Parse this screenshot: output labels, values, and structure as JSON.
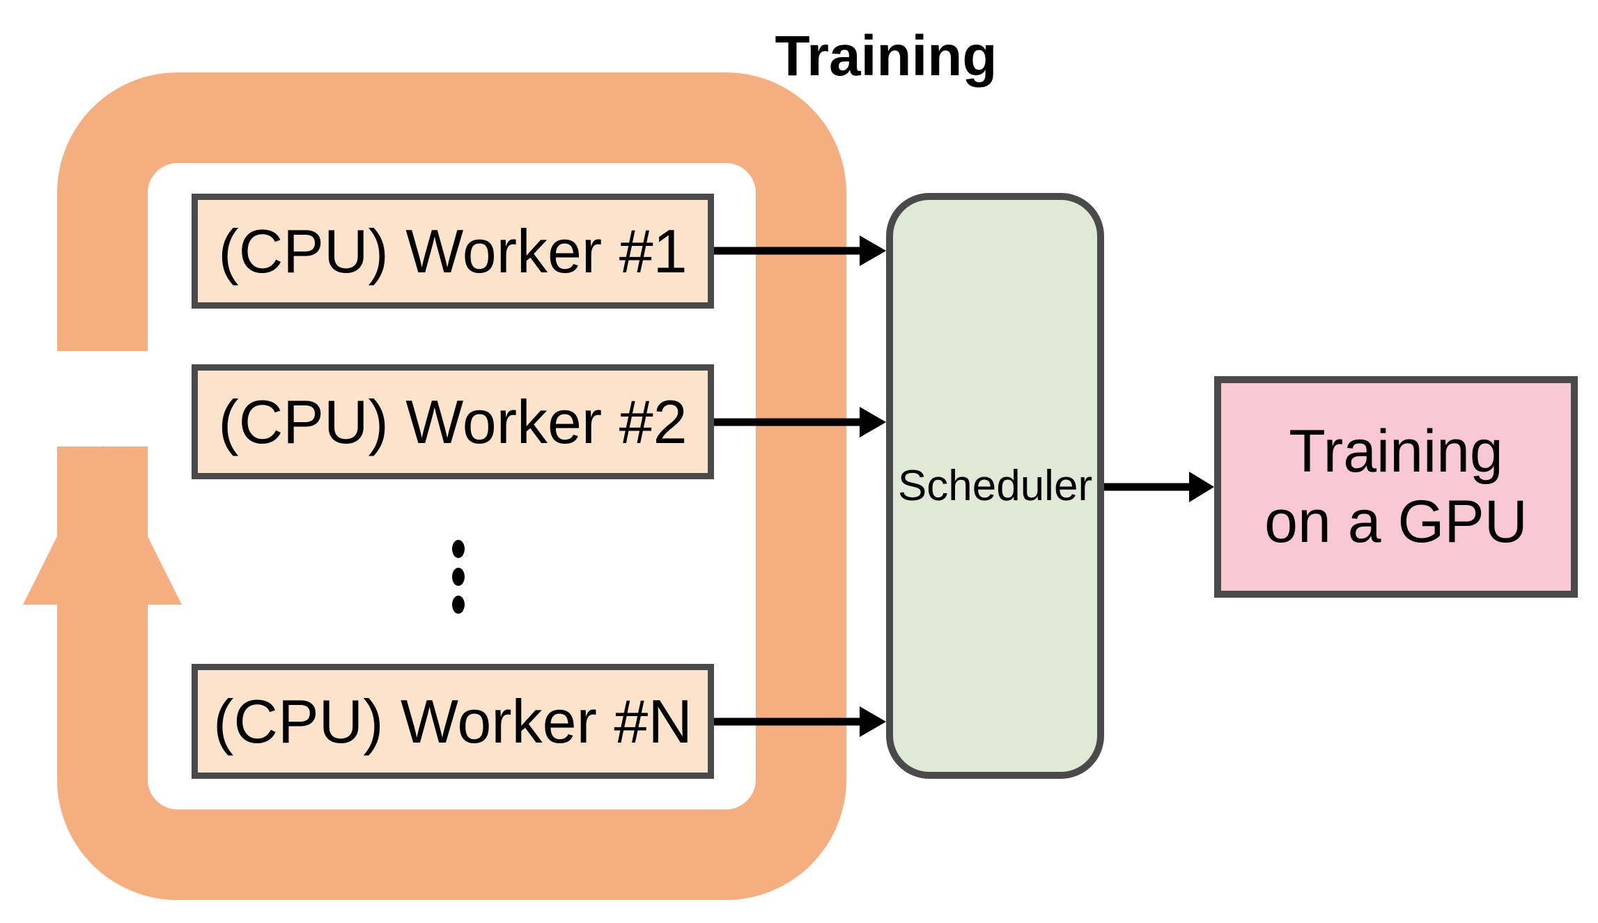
{
  "title": "Training",
  "workers": {
    "items": [
      {
        "label": "(CPU) Worker #1"
      },
      {
        "label": "(CPU) Worker #2"
      },
      {
        "label": "(CPU) Worker #N"
      }
    ],
    "ellipsis": "vertical-dots-between-worker2-and-workerN"
  },
  "scheduler": {
    "label": "Scheduler"
  },
  "gpu": {
    "line1": "Training",
    "line2": "on a GPU"
  },
  "arrows": {
    "worker_to_scheduler_count": 3,
    "scheduler_to_gpu_count": 1,
    "loop_direction": "counter-clockwise feedback loop around workers"
  },
  "colors": {
    "loop_orange": "#F5AE80",
    "worker_fill": "#FCE3CC",
    "scheduler_fill": "#DFE9D6",
    "gpu_fill": "#F8C8D5",
    "box_border": "#4A4A4A",
    "arrow_black": "#000000",
    "background": "#FFFFFF"
  }
}
